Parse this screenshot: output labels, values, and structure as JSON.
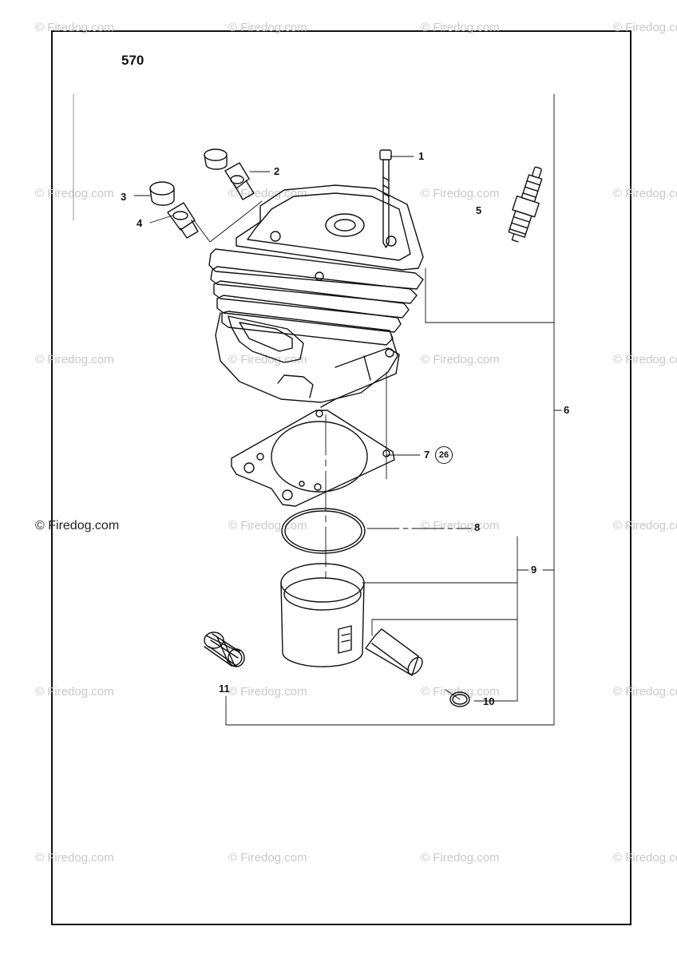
{
  "page_number": "570",
  "callouts": [
    "1",
    "2",
    "3",
    "4",
    "5",
    "6",
    "7",
    "8",
    "9",
    "10",
    "11"
  ],
  "reference": "26",
  "watermark": "© Firedog.com"
}
